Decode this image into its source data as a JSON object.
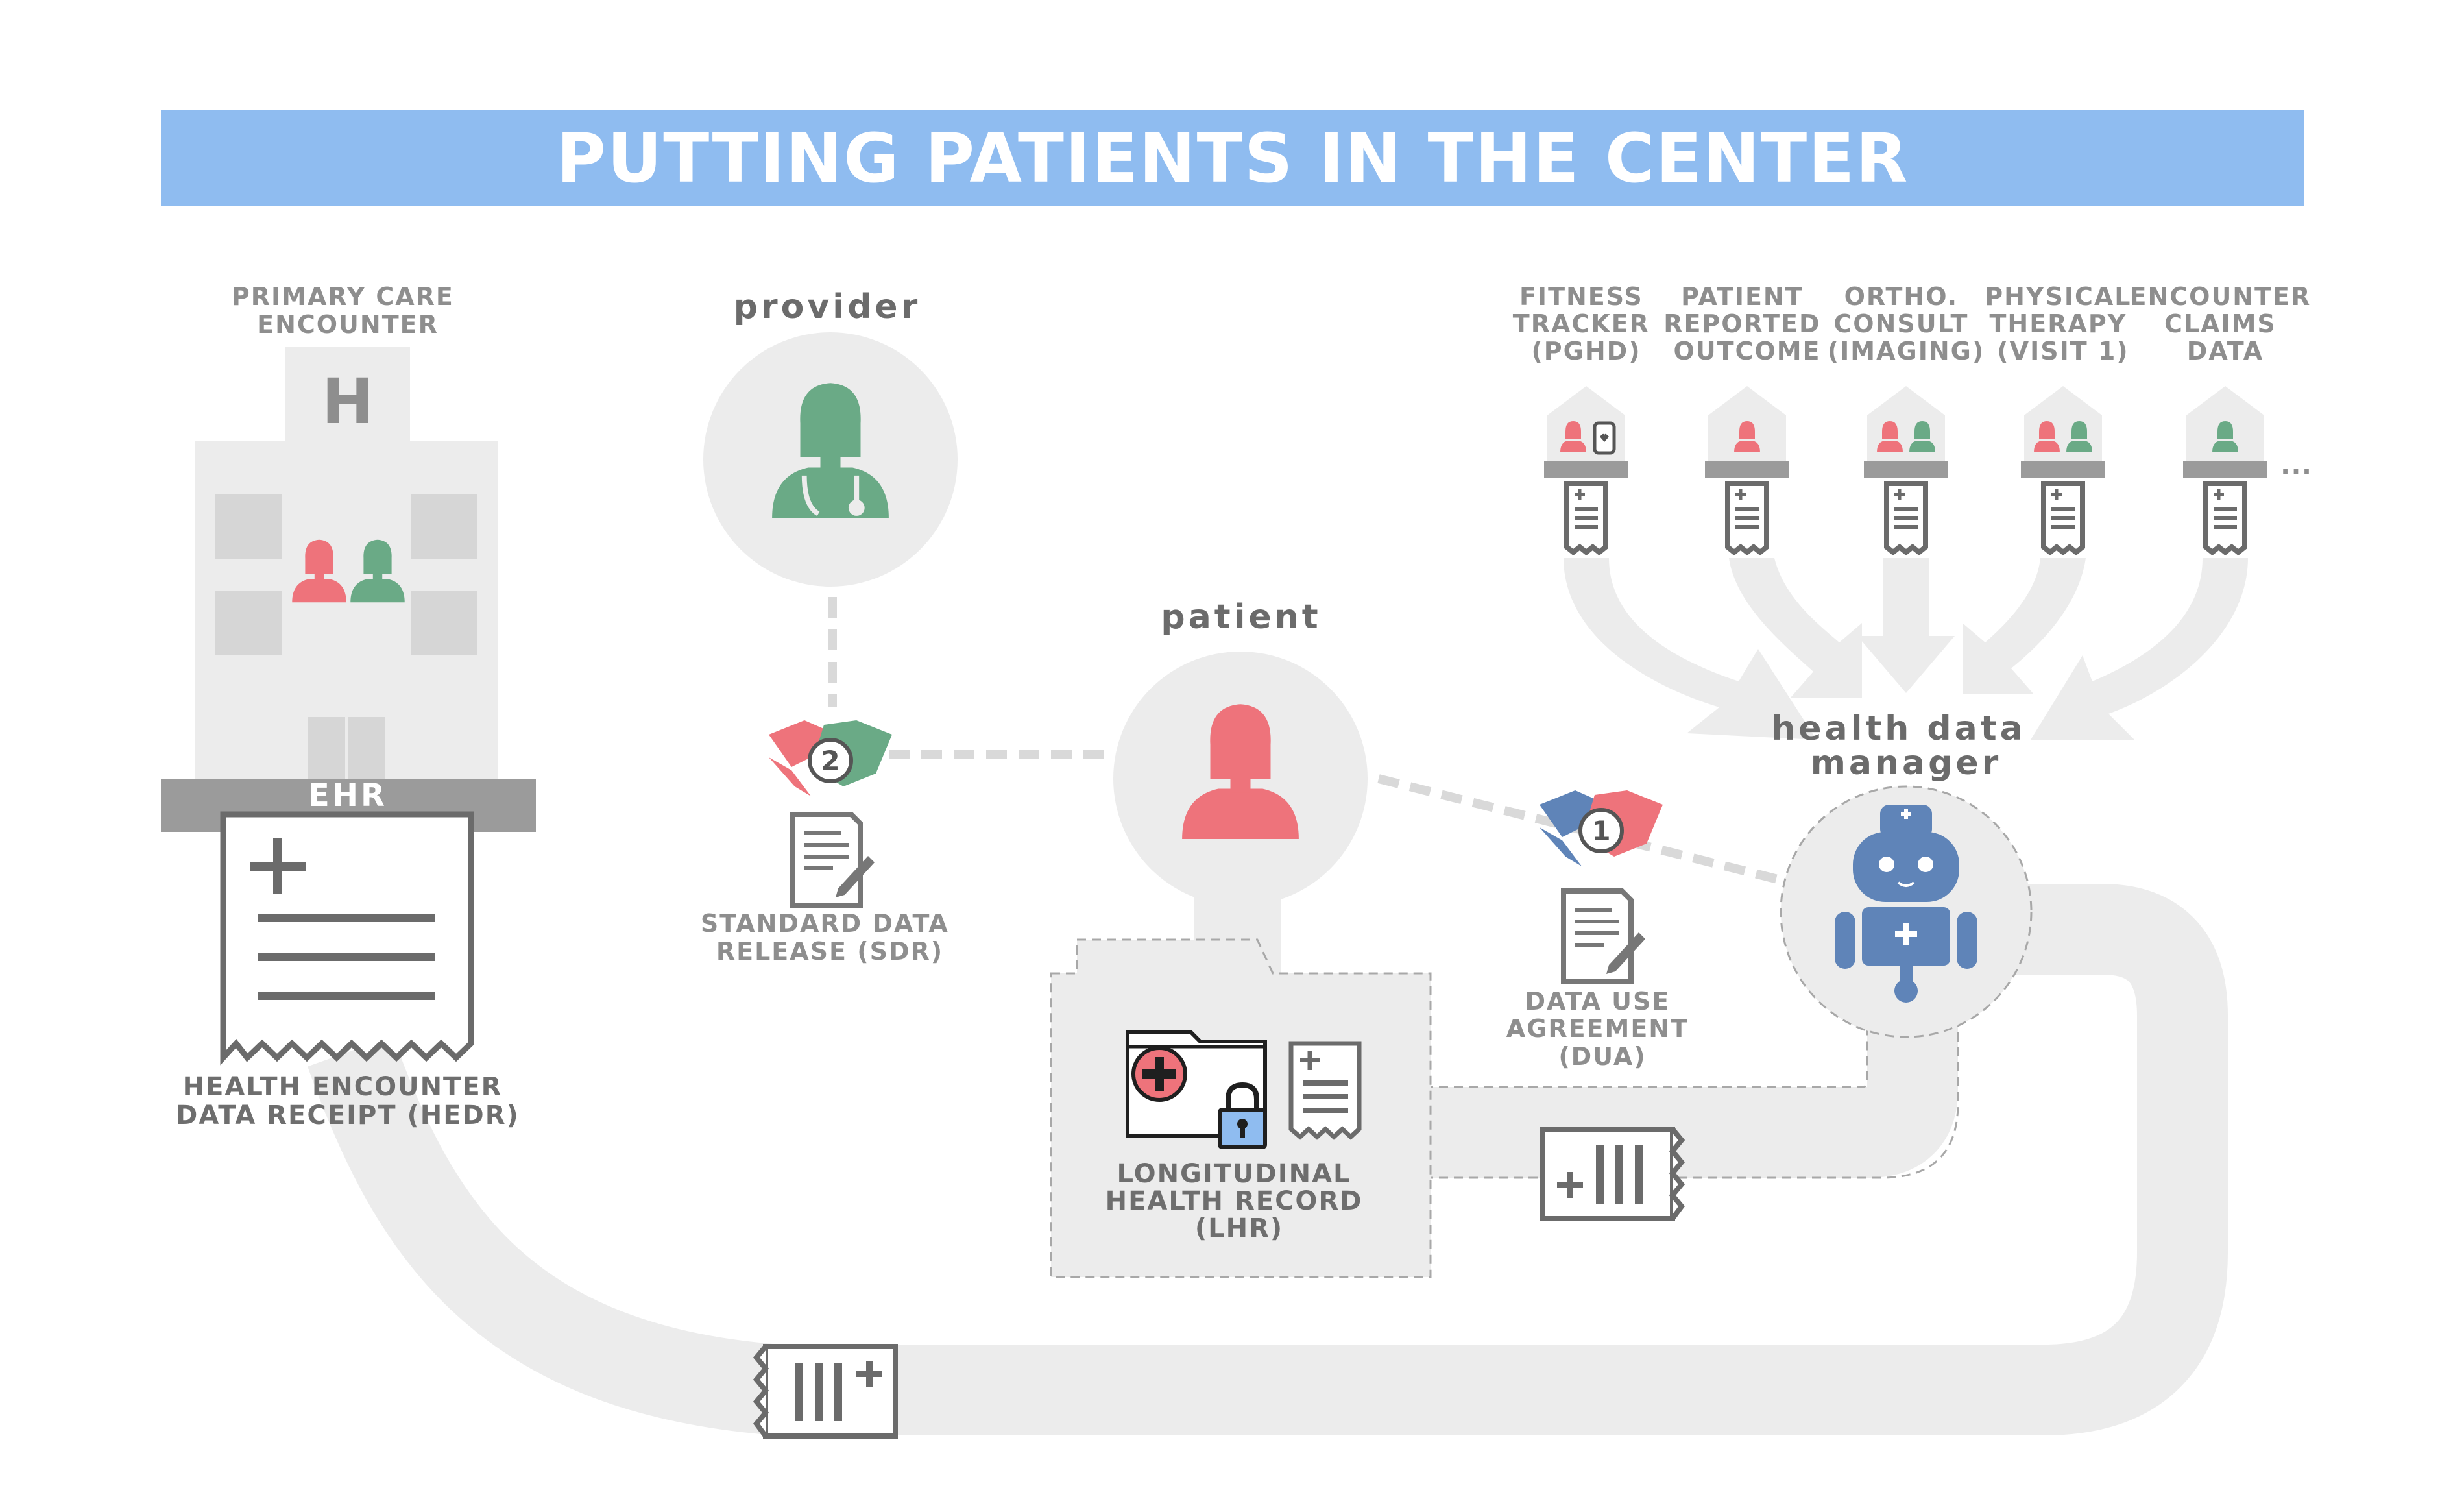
{
  "title": "PUTTING PATIENTS IN THE CENTER",
  "hospital": {
    "label": [
      "PRIMARY CARE",
      "ENCOUNTER"
    ],
    "sign": "H",
    "ehr_label": "EHR"
  },
  "hedr_label": [
    "HEALTH ENCOUNTER",
    "DATA RECEIPT (HEDR)"
  ],
  "provider": {
    "label": "provider"
  },
  "patient": {
    "label": "patient"
  },
  "sdr": {
    "number": "2",
    "label": [
      "STANDARD DATA",
      "RELEASE (SDR)"
    ]
  },
  "dua": {
    "number": "1",
    "label": [
      "DATA USE",
      "AGREEMENT",
      "(DUA)"
    ]
  },
  "lhr_label": [
    "LONGITUDINAL",
    "HEALTH RECORD",
    "(LHR)"
  ],
  "hdm": {
    "label": [
      "health data",
      "manager"
    ]
  },
  "sources": [
    {
      "lines": [
        "FITNESS",
        "TRACKER",
        "(PGHD)"
      ]
    },
    {
      "lines": [
        "PATIENT",
        "REPORTED",
        "OUTCOME"
      ]
    },
    {
      "lines": [
        "ORTHO.",
        "CONSULT",
        "(IMAGING)"
      ]
    },
    {
      "lines": [
        "PHYSICAL",
        "THERAPY",
        "(VISIT 1)"
      ]
    },
    {
      "lines": [
        "ENCOUNTER",
        "CLAIMS",
        "DATA"
      ]
    }
  ],
  "more_sources": "...",
  "colors": {
    "banner": "#8fbcf0",
    "patient_red": "#ee737b",
    "provider_green": "#6aaa86",
    "robot_blue": "#5f84b8",
    "flow_gray": "#ececec",
    "icon_gray": "#6b6b6b"
  }
}
